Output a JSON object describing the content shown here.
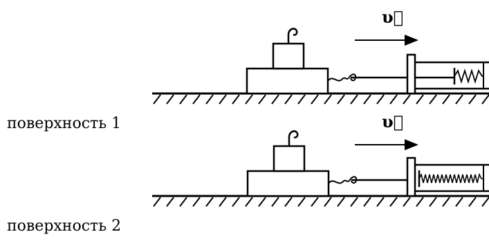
{
  "diagram": {
    "panels": [
      {
        "caption": "поверхность 1",
        "velocity_label": "υ⃗",
        "spring_state": "stretched"
      },
      {
        "caption": "поверхность 2",
        "velocity_label": "υ⃗",
        "spring_state": "compressed"
      }
    ]
  }
}
